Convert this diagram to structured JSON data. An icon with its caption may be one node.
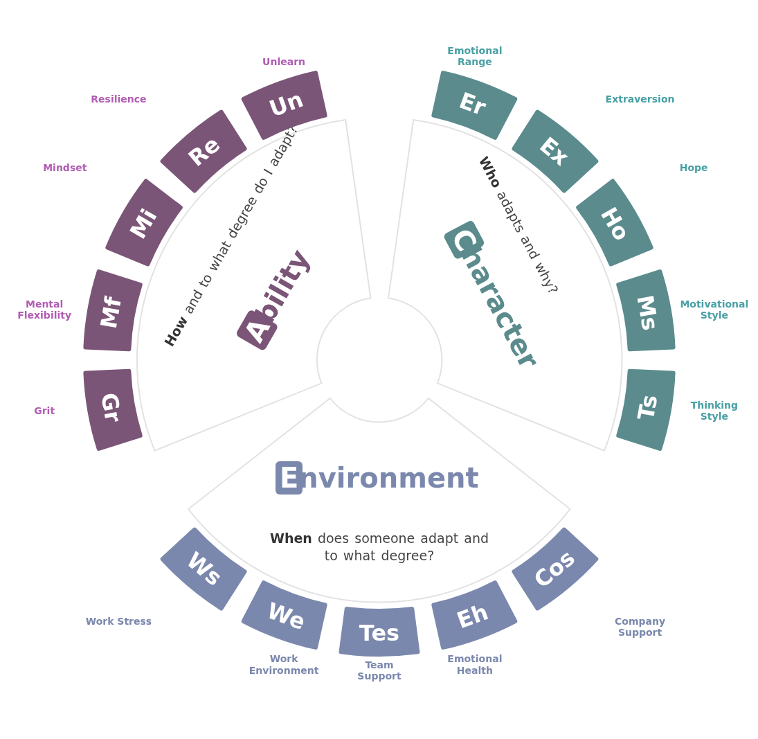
{
  "diagram": {
    "nodes": [
      {
        "text": [
          "Ability",
          "**How** and to what degree do I adapt?"
        ]
      },
      {
        "text": [
          "Gr"
        ],
        "beside": [
          "Grit"
        ]
      },
      {
        "text": [
          "Mf"
        ],
        "beside": [
          "Mental Flexibility"
        ]
      },
      {
        "text": [
          "Mi"
        ],
        "beside": [
          "Mindset"
        ]
      },
      {
        "text": [
          "Re"
        ],
        "beside": [
          "Resilience"
        ]
      },
      {
        "text": [
          "Un"
        ],
        "beside": [
          "Unlearn"
        ]
      },
      {
        "text": [
          "Character",
          "**Who** adapts and why?"
        ]
      },
      {
        "text": [
          "Er"
        ],
        "beside": [
          "Emotional Range"
        ]
      },
      {
        "text": [
          "Ex"
        ],
        "beside": [
          "Extraversion"
        ]
      },
      {
        "text": [
          "Ho"
        ],
        "beside": [
          "Hope"
        ]
      },
      {
        "text": [
          "Ms"
        ],
        "beside": [
          "Motivational Style"
        ]
      },
      {
        "text": [
          "Ts"
        ],
        "beside": [
          "Thinking Style"
        ]
      },
      {
        "text": [
          "Environment",
          "**When** does someone adapt and to what degree?"
        ]
      },
      {
        "text": [
          "Ws"
        ],
        "beside": [
          "Work Stress"
        ]
      },
      {
        "text": [
          "We"
        ],
        "beside": [
          "Work Environment"
        ]
      },
      {
        "text": [
          "Tes"
        ],
        "beside": [
          "Team Support"
        ]
      },
      {
        "text": [
          "Eh"
        ],
        "beside": [
          "Emotional Health"
        ]
      },
      {
        "text": [
          "Cos"
        ],
        "beside": [
          "Company Support"
        ]
      }
    ]
  }
}
